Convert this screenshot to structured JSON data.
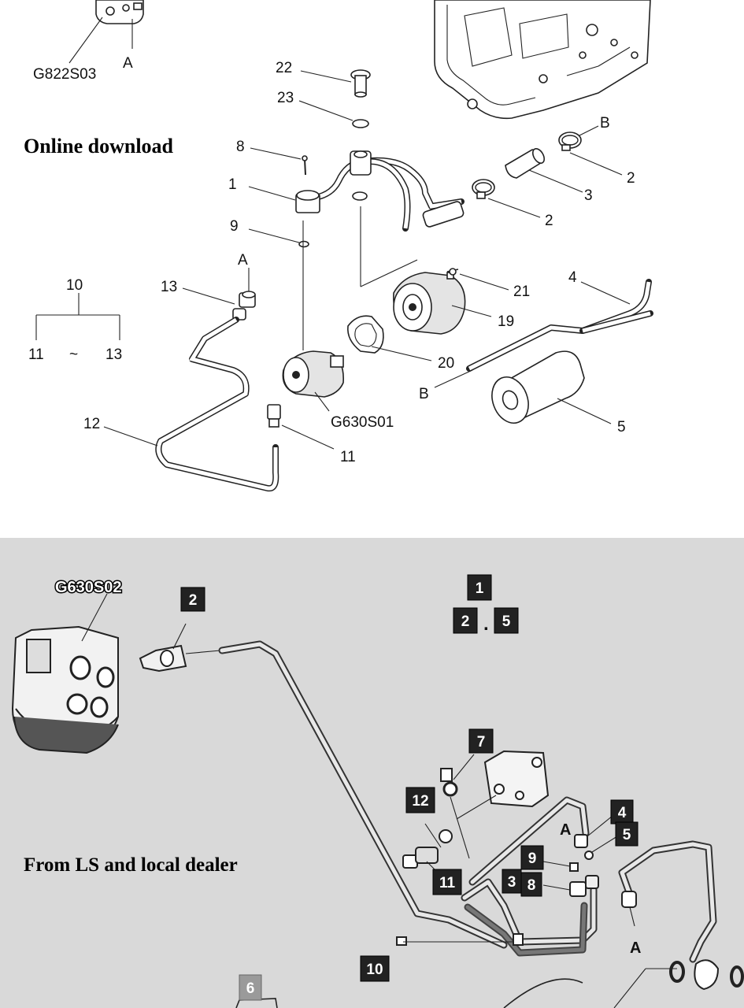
{
  "top_panel": {
    "caption": "Online download",
    "callouts": [
      {
        "id": "c-g822s03",
        "text": "G822S03"
      },
      {
        "id": "c-a-top",
        "text": "A"
      },
      {
        "id": "c-22",
        "text": "22"
      },
      {
        "id": "c-23",
        "text": "23"
      },
      {
        "id": "c-8",
        "text": "8"
      },
      {
        "id": "c-1",
        "text": "1"
      },
      {
        "id": "c-9",
        "text": "9"
      },
      {
        "id": "c-b-top",
        "text": "B"
      },
      {
        "id": "c-2a",
        "text": "2"
      },
      {
        "id": "c-3",
        "text": "3"
      },
      {
        "id": "c-2b",
        "text": "2"
      },
      {
        "id": "c-a-mid",
        "text": "A"
      },
      {
        "id": "c-10",
        "text": "10"
      },
      {
        "id": "c-13a",
        "text": "13"
      },
      {
        "id": "c-11a",
        "text": "11"
      },
      {
        "id": "c-tilde",
        "text": "~"
      },
      {
        "id": "c-13b",
        "text": "13"
      },
      {
        "id": "c-21",
        "text": "21"
      },
      {
        "id": "c-4",
        "text": "4"
      },
      {
        "id": "c-19",
        "text": "19"
      },
      {
        "id": "c-20",
        "text": "20"
      },
      {
        "id": "c-b-bot",
        "text": "B"
      },
      {
        "id": "c-12",
        "text": "12"
      },
      {
        "id": "c-g630s01",
        "text": "G630S01"
      },
      {
        "id": "c-5",
        "text": "5"
      },
      {
        "id": "c-11b",
        "text": "11"
      }
    ]
  },
  "bottom_panel": {
    "caption": "From LS and local dealer",
    "code_label": "G630S02",
    "tags": [
      {
        "id": "t-2a",
        "text": "2"
      },
      {
        "id": "t-1",
        "text": "1"
      },
      {
        "id": "t-2b",
        "text": "2"
      },
      {
        "id": "t-5a",
        "text": "5"
      },
      {
        "id": "t-7",
        "text": "7"
      },
      {
        "id": "t-12",
        "text": "12"
      },
      {
        "id": "t-4",
        "text": "4"
      },
      {
        "id": "t-5b",
        "text": "5"
      },
      {
        "id": "t-9",
        "text": "9"
      },
      {
        "id": "t-11",
        "text": "11"
      },
      {
        "id": "t-3",
        "text": "3"
      },
      {
        "id": "t-8",
        "text": "8"
      },
      {
        "id": "t-10",
        "text": "10"
      },
      {
        "id": "t-6",
        "text": "6"
      }
    ],
    "plain_labels": [
      {
        "id": "p-a1",
        "text": "A"
      },
      {
        "id": "p-a2",
        "text": "A"
      },
      {
        "id": "p-dot",
        "text": "."
      }
    ]
  }
}
